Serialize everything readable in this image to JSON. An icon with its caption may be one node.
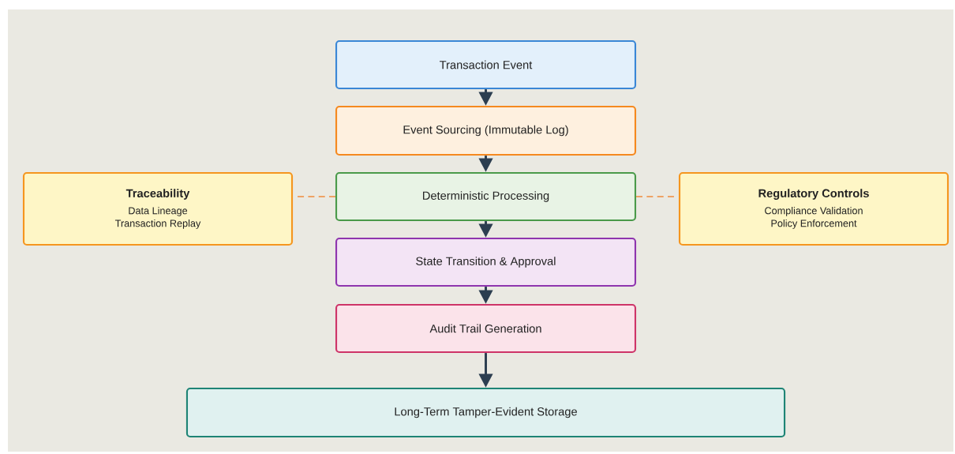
{
  "diagram": {
    "nodes": [
      {
        "text": [
          "Transaction Event"
        ]
      },
      {
        "text": [
          "Event Sourcing (Immutable Log)"
        ]
      },
      {
        "text": [
          "Deterministic Processing"
        ]
      },
      {
        "text": [
          "State Transition & Approval"
        ]
      },
      {
        "text": [
          "Audit Trail Generation"
        ]
      },
      {
        "text": [
          "Long-Term Tamper-Evident Storage"
        ]
      },
      {
        "text": [
          "Traceability",
          "Data Lineage",
          "Transaction Replay"
        ]
      },
      {
        "text": [
          "Regulatory Controls",
          "Compliance Validation",
          "Policy Enforcement"
        ]
      }
    ],
    "edges": [
      {
        "from": 0,
        "to": 1,
        "arrow": "to"
      },
      {
        "from": 1,
        "to": 2,
        "arrow": "to"
      },
      {
        "from": 2,
        "to": 3,
        "arrow": "to"
      },
      {
        "from": 3,
        "to": 4,
        "arrow": "to"
      },
      {
        "from": 4,
        "to": 5,
        "arrow": "to"
      },
      {
        "from": 6,
        "to": 2,
        "arrow": "none",
        "style": "dashed",
        "color": "#f08a3c"
      },
      {
        "from": 2,
        "to": 7,
        "arrow": "none",
        "style": "dashed",
        "color": "#f08a3c"
      }
    ]
  }
}
